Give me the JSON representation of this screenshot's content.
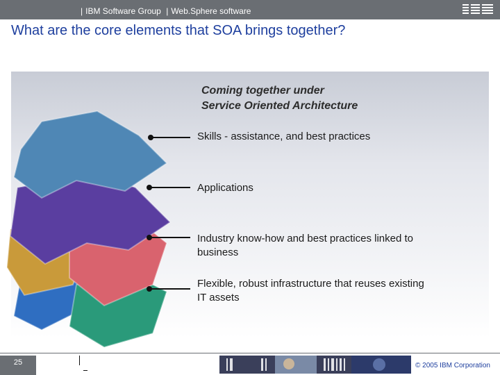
{
  "header": {
    "group": "IBM Software Group",
    "product": "Web.Sphere software",
    "logo_text": "IBM"
  },
  "title": "What are the core elements that SOA brings together?",
  "diagram": {
    "heading_line1": "Coming together under",
    "heading_line2": "Service Oriented Architecture",
    "callouts": [
      {
        "line1": "Skills - assistance, and best practices",
        "line2": ""
      },
      {
        "line1": "Applications",
        "line2": ""
      },
      {
        "line1": "Industry know-how and best practices linked to",
        "line2": "business"
      },
      {
        "line1": "Flexible, robust infrastructure that reuses existing",
        "line2": "IT assets"
      }
    ],
    "layer_colors": [
      "#4f87b5",
      "#5a3ea0",
      "#d9636e",
      "#c99a3a",
      "#2f6ec1",
      "#2a9a7a"
    ]
  },
  "footer": {
    "page_number": "25",
    "copyright": "© 2005 IBM Corporation"
  }
}
